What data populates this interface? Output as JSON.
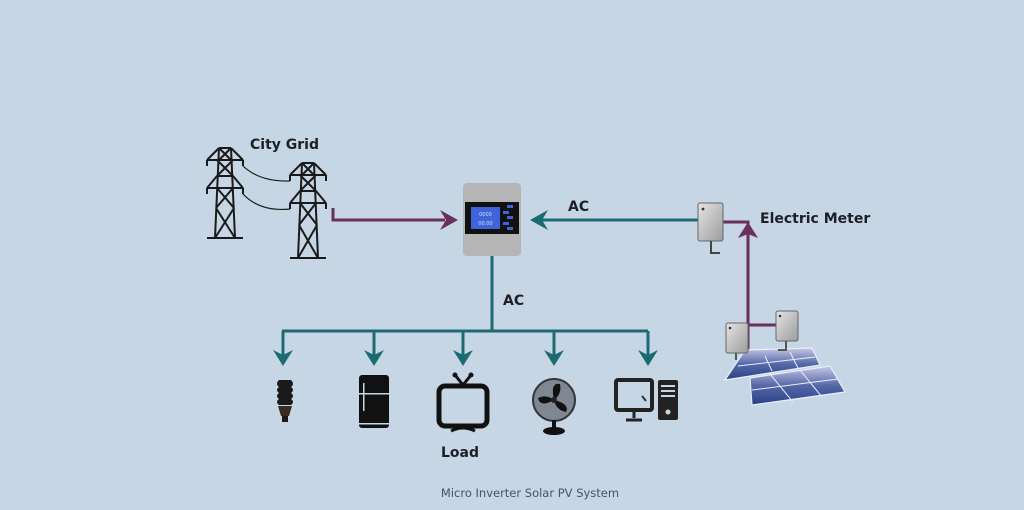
{
  "title": "Micro Inverter Solar PV System",
  "labels": {
    "city_grid": "City Grid",
    "electric_meter": "Electric Meter",
    "ac_input": "AC",
    "ac_output": "AC",
    "load": "Load"
  },
  "display": {
    "line1": "0000",
    "line2": "00.00"
  },
  "colors": {
    "background": "#c6d6e5",
    "grid_line": "#6b2f5e",
    "ac_line": "#1d6b72"
  },
  "loads": [
    "light-bulb",
    "refrigerator",
    "television",
    "fan",
    "computer"
  ]
}
